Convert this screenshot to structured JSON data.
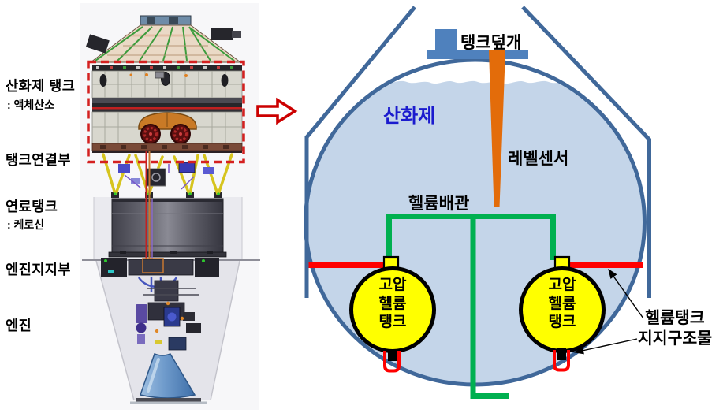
{
  "left_panel": {
    "labels": [
      {
        "title": "산화제 탱크",
        "subtitle": ": 액체산소"
      },
      {
        "title": "탱크연결부"
      },
      {
        "title": "연료탱크",
        "subtitle": ": 케로신"
      },
      {
        "title": "엔진지지부"
      },
      {
        "title": "엔진"
      }
    ]
  },
  "schematic": {
    "tank_cover_label": "탱크덮개",
    "oxidizer_label": "산화제",
    "level_sensor_label": "레벨센서",
    "helium_pipe_label": "헬륨배관",
    "helium_tank_label_lines": [
      "고압",
      "헬륨",
      "탱크"
    ],
    "support_label_lines": [
      "헬륨탱크",
      "지지구조물"
    ]
  },
  "colors": {
    "wall_outline_blue": "#40689A",
    "oxidizer_fill_blue": "#C4D5E9",
    "tank_cover_blue": "#4F81BD",
    "level_sensor_orange": "#E36C0A",
    "helium_pipe_green": "#00B050",
    "support_red": "#FF0000",
    "helium_tank_yellow": "#FFFF00",
    "oxidizer_text_blue": "#1B1BCE",
    "highlight_dashed_red": "#D42020"
  }
}
